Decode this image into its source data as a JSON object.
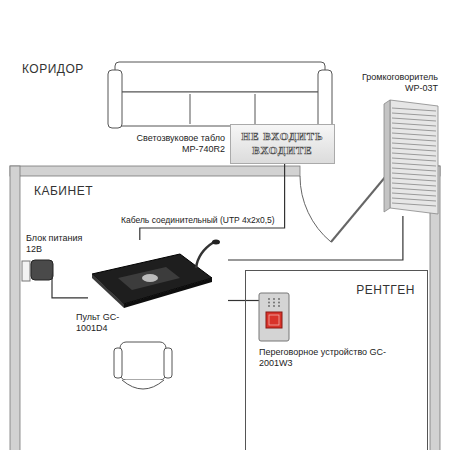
{
  "diagram": {
    "nodes": [
      {
        "text": [
          "КОРИДОР"
        ]
      },
      {
        "text": [
          "Светозвуковое табло MP-740R2",
          "НЕ ВХОДИТЬ",
          "ВХОДИТЕ"
        ],
        "in": 0
      },
      {
        "text": [
          "Громкоговоритель WP-03T"
        ]
      },
      {
        "text": [
          "КАБИНЕТ"
        ]
      },
      {
        "text": [
          "РЕНТГЕН"
        ],
        "in": 3
      },
      {
        "text": [
          "Блок питания 12В"
        ],
        "in": 3
      },
      {
        "text": [
          "Пульт GC-1001D4"
        ],
        "in": 3
      },
      {
        "text": [
          "Переговорное устройство GC-2001W3"
        ],
        "in": 4
      }
    ],
    "edges": [
      {
        "from": 6,
        "to": 1,
        "label": "Кабель соединительный (UTP 4x2x0,5)",
        "arrow": "none"
      },
      {
        "from": 6,
        "to": 2,
        "arrow": "none"
      },
      {
        "from": 6,
        "to": 7,
        "arrow": "none"
      },
      {
        "from": 5,
        "to": 6,
        "arrow": "none"
      }
    ]
  }
}
